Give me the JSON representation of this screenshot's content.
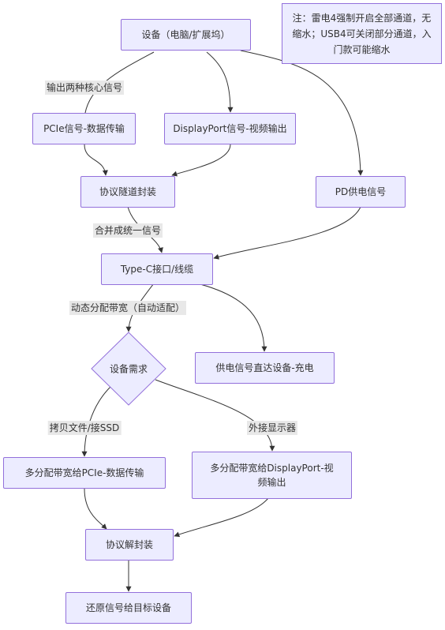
{
  "nodes": {
    "device": "设备（电脑/扩展坞）",
    "pcie_signal": "PCIe信号-数据传输",
    "dp_signal": "DisplayPort信号-视频输出",
    "tunnel_encap": "协议隧道封装",
    "pd_signal": "PD供电信号",
    "typec": "Type-C接口/线缆",
    "power_direct": "供电信号直达设备-充电",
    "device_need": "设备需求",
    "more_pcie": "多分配带宽给PCIe-数据传输",
    "more_dp": "多分配带宽给DisplayPort-视频输出",
    "decap": "协议解封装",
    "restore": "还原信号给目标设备"
  },
  "note": "注：雷电4强制开启全部通道，无缩水；USB4可关闭部分通道，入门款可能缩水",
  "edge_labels": {
    "two_core_signals": "输出两种核心信号",
    "merge_signal": "合并成统一信号",
    "dynamic_bandwidth": "动态分配带宽（自动适配）",
    "copy_ssd": "拷贝文件/接SSD",
    "external_display": "外接显示器"
  },
  "colors": {
    "node_fill": "#ECECFF",
    "node_border": "#9370DB",
    "edge": "#333333",
    "label_bg": "#E8E8E8"
  }
}
